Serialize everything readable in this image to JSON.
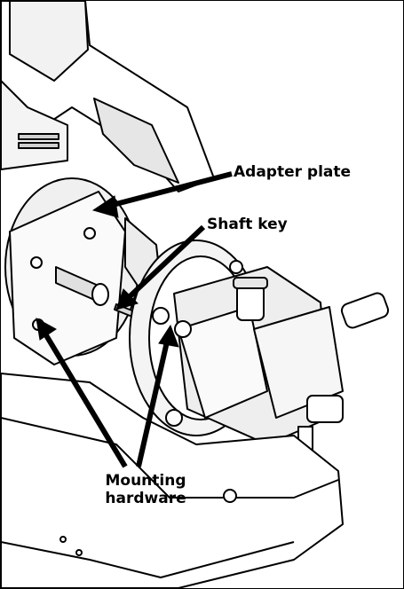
{
  "labels": {
    "adapter_plate": "Adapter plate",
    "shaft_key": "Shaft key",
    "mounting_line1": "Mounting",
    "mounting_line2": "hardware"
  },
  "colors": {
    "line": "#000000",
    "background": "#ffffff",
    "shade": "#d9d9d9",
    "dark_shade": "#9a9a9a"
  }
}
